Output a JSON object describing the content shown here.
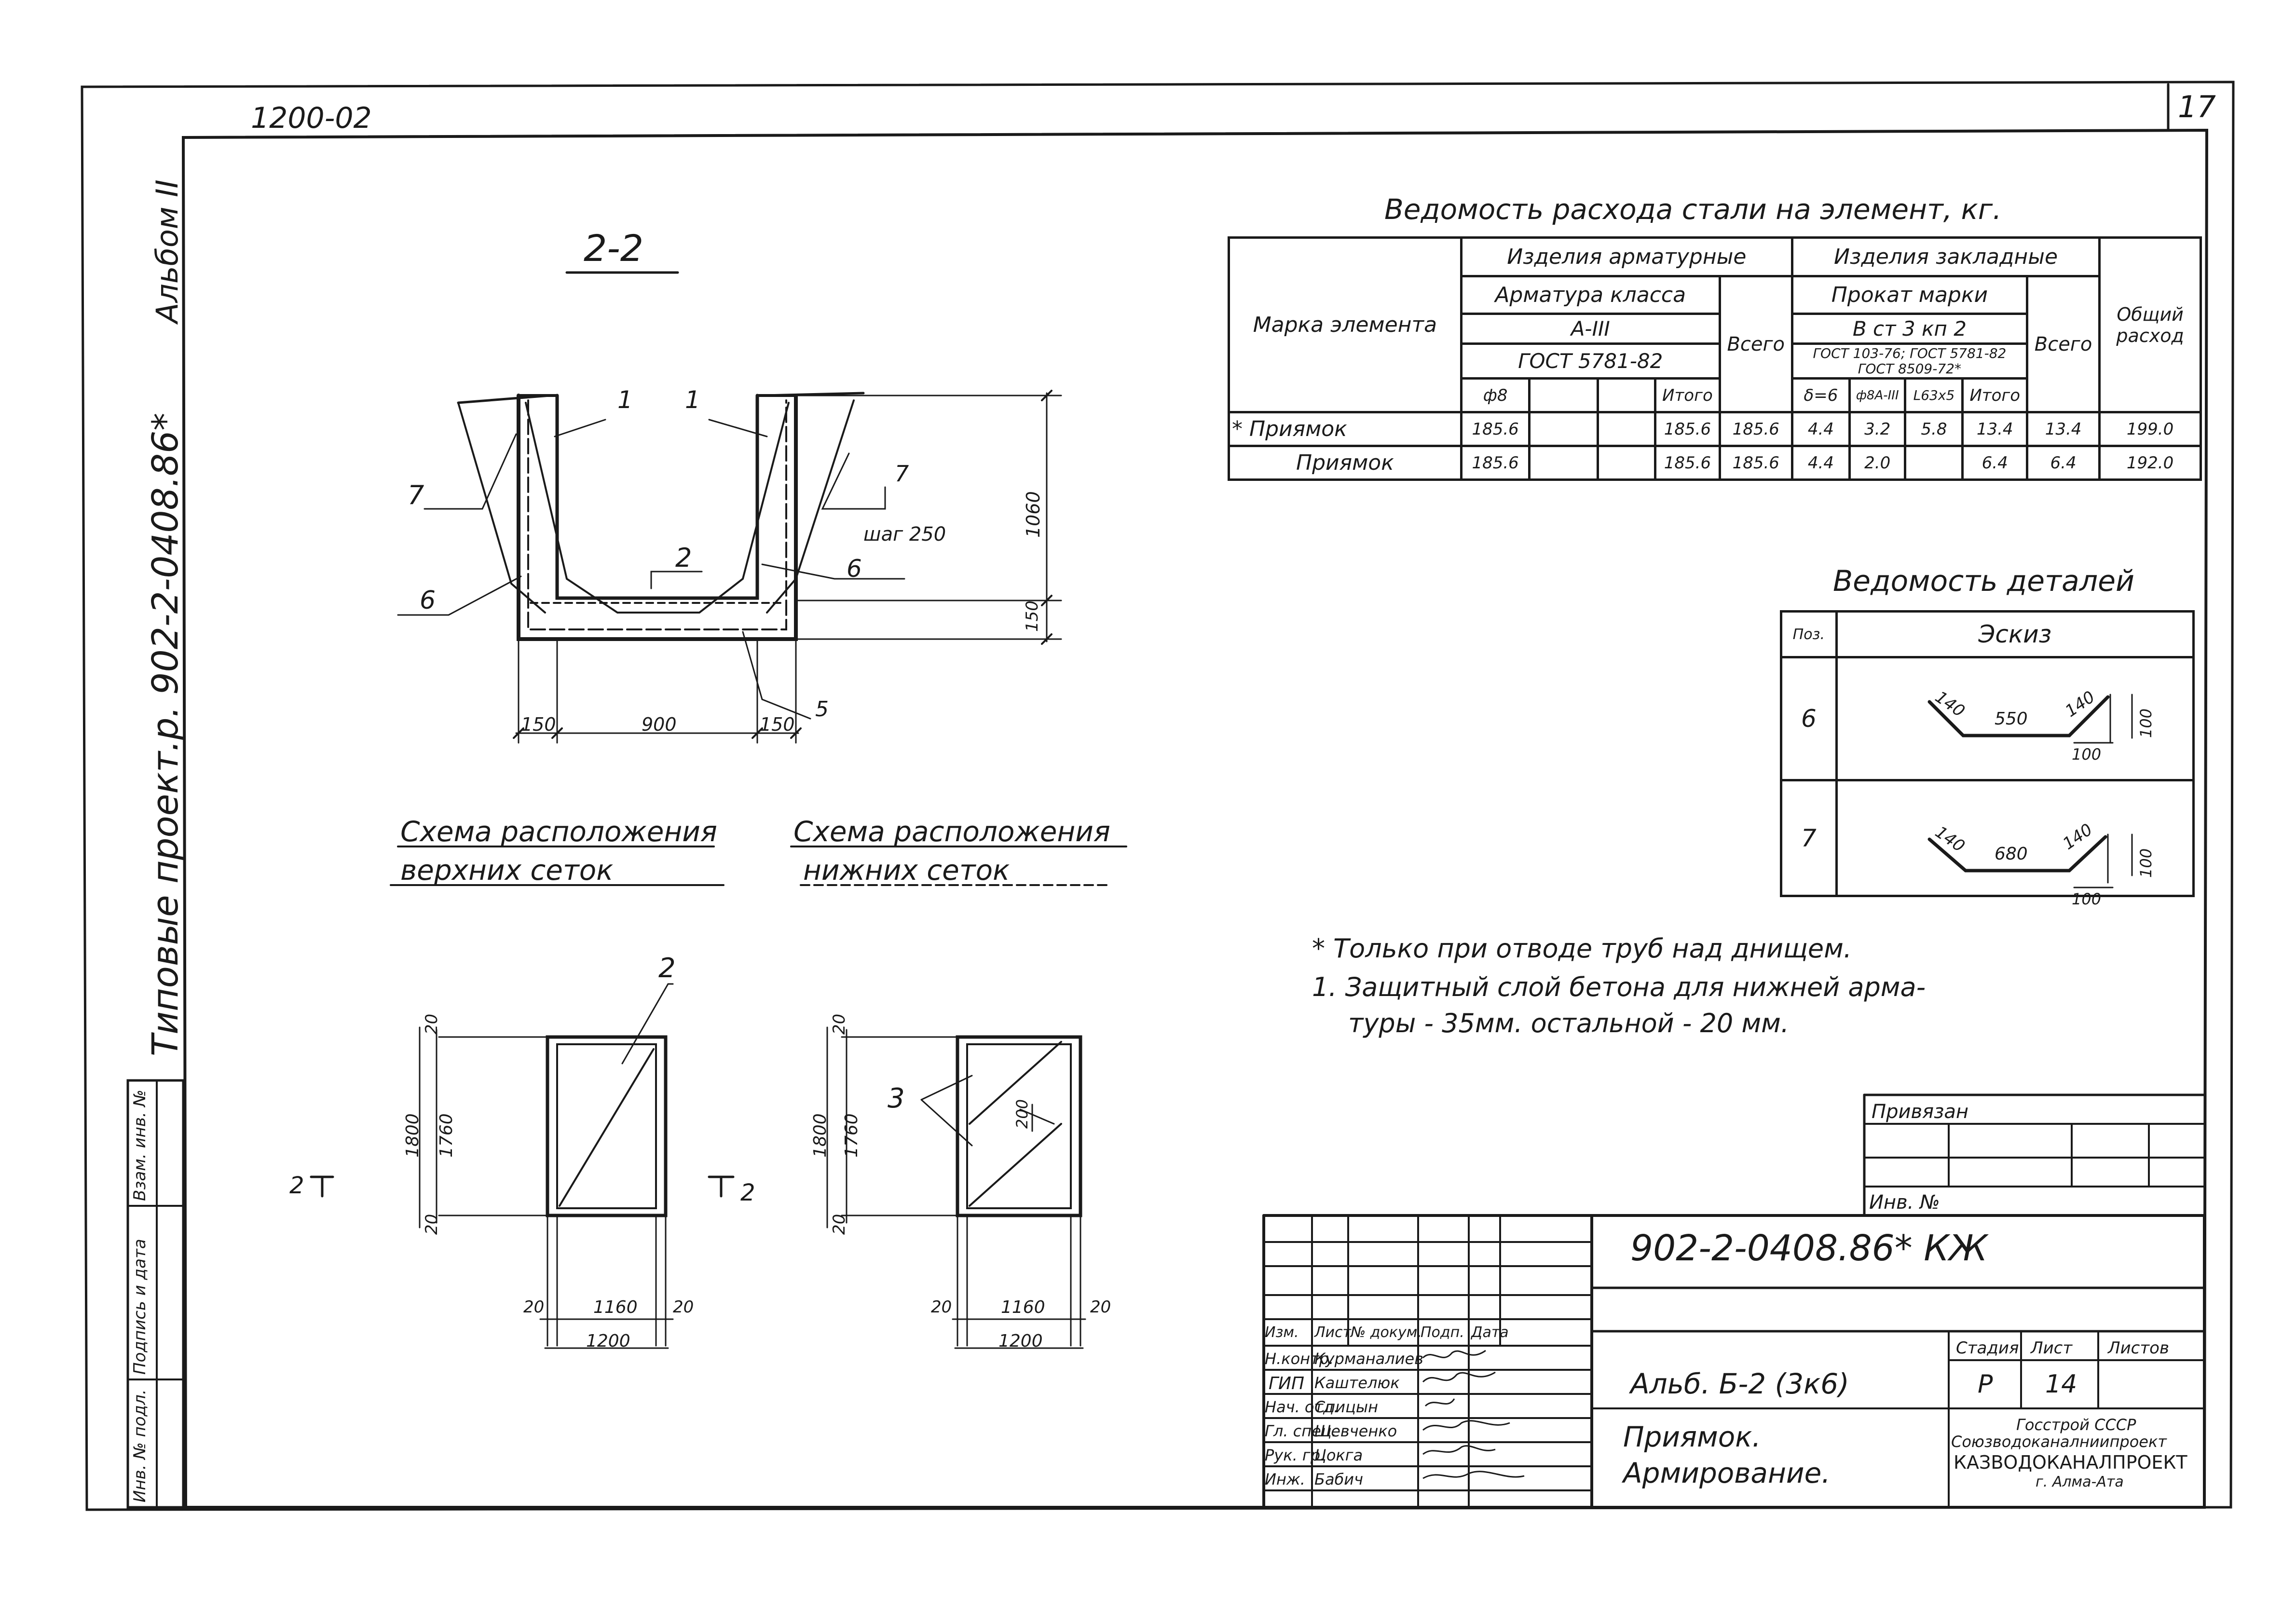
{
  "sheet": {
    "number": "17",
    "code_top": "1200-02",
    "album": "Альбом II",
    "project_side": "Типовые проект.р. 902-2-0408.86*"
  },
  "section": {
    "title": "2-2",
    "callouts": [
      "1",
      "1",
      "7",
      "7",
      "2",
      "6",
      "6",
      "5"
    ],
    "step_note": "шаг 250",
    "dims_h": [
      "150",
      "900",
      "150"
    ],
    "dims_v": [
      "1060",
      "150"
    ]
  },
  "schemes": {
    "upper_title_1": "Схема расположения",
    "upper_title_2": "верхних сеток",
    "lower_title_1": "Схема расположения",
    "lower_title_2": "нижних сеток",
    "upper_callout": "2",
    "lower_callout": "3",
    "dims_upper": {
      "outer_v": "1800",
      "inner_v": "1760",
      "top": "20",
      "bottom": "20",
      "left": "20",
      "mid": "1160",
      "right": "20",
      "total": "1200"
    },
    "dims_lower": {
      "outer_v": "1800",
      "inner_v": "1760",
      "top": "20",
      "bottom": "20",
      "left": "20",
      "mid": "1160",
      "right": "20",
      "total": "1200",
      "diag": "200"
    },
    "cut_label_left": "2",
    "cut_label_right": "2"
  },
  "steel_table": {
    "title": "Ведомость расхода стали на элемент, кг.",
    "h_mark": "Марка элемента",
    "h_reinf": "Изделия арматурные",
    "h_embed": "Изделия закладные",
    "h_class": "Арматура класса",
    "h_a3": "А-III",
    "h_gost_a": "ГОСТ 5781-82",
    "h_d8": "ф8",
    "h_itogo_a": "Итого",
    "h_total_a": "Всего",
    "h_rolled": "Прокат марки",
    "h_grade": "В ст 3 кп 2",
    "h_gost_r1": "ГОСТ 103-76; ГОСТ 5781-82",
    "h_gost_r2": "ГОСТ 8509-72*",
    "h_r1": "δ=6",
    "h_r2": "ф8А-III",
    "h_r3": "L63х5",
    "h_itogo_r": "Итого",
    "h_total_r": "Всего",
    "h_overall": "Общий расход",
    "rows": [
      {
        "mark": "* Приямок",
        "d8": "185.6",
        "itogo": "185.6",
        "total": "185.6",
        "r1": "4.4",
        "r2": "3.2",
        "r3": "5.8",
        "itogo_r": "13.4",
        "total_r": "13.4",
        "overall": "199.0"
      },
      {
        "mark": "Приямок",
        "d8": "185.6",
        "itogo": "185.6",
        "total": "185.6",
        "r1": "4.4",
        "r2": "2.0",
        "r3": "",
        "itogo_r": "6.4",
        "total_r": "6.4",
        "overall": "192.0"
      }
    ]
  },
  "details_table": {
    "title": "Ведомость деталей",
    "h_pos": "Поз.",
    "h_sketch": "Эскиз",
    "rows": [
      {
        "pos": "6",
        "d1": "140",
        "d2": "550",
        "d3": "140",
        "d4": "100",
        "d5": "100"
      },
      {
        "pos": "7",
        "d1": "140",
        "d2": "680",
        "d3": "140",
        "d4": "100",
        "d5": "100"
      }
    ]
  },
  "notes": {
    "line1": "* Только при отводе труб над днищем.",
    "line2": "1. Защитный слой бетона для нижней арма-",
    "line3": "туры - 35мм. остальной - 20 мм."
  },
  "binding": {
    "title": "Привязан",
    "inv": "Инв. №"
  },
  "left_strip": {
    "c1": "Инв. № подл.",
    "c2": "Подпись и дата",
    "c3": "Взам. инв. №"
  },
  "title_block": {
    "code": "902-2-0408.86*  КЖ",
    "album_ref": "Альб. Б-2 (3к6)",
    "name_1": "Приямок.",
    "name_2": "Армирование.",
    "h_stage": "Стадия",
    "h_sheet": "Лист",
    "h_sheets": "Листов",
    "stage": "Р",
    "sheet": "14",
    "sheets": "",
    "org_1": "Госстрой СССР",
    "org_2": "Союзводоканалниипроект",
    "org_3": "КАЗВОДОКАНАЛПРОЕКТ",
    "org_4": "г. Алма-Ата",
    "col_headers": [
      "Изм.",
      "Лист",
      "№ докум.",
      "Подп.",
      "Дата"
    ],
    "people": [
      {
        "role": "Н.контр.",
        "name": "Курманалиев"
      },
      {
        "role": "ГИП",
        "name": "Каштелюк"
      },
      {
        "role": "Нач. отд.",
        "name": "Спицын"
      },
      {
        "role": "Гл. спец.",
        "name": "Шевченко"
      },
      {
        "role": "Рук. гр.",
        "name": "Цокга"
      },
      {
        "role": "Инж.",
        "name": "Бабич"
      }
    ]
  }
}
